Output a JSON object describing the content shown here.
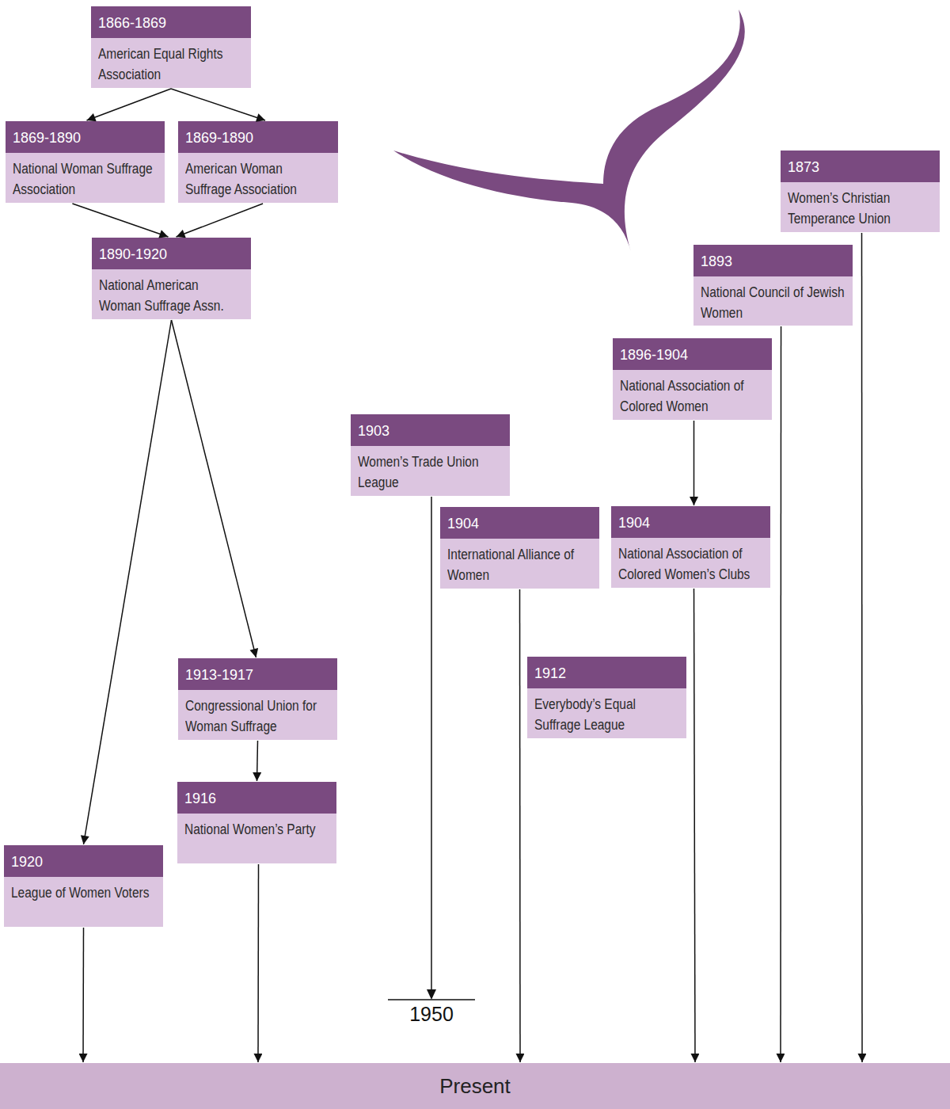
{
  "diagram": {
    "nodes": [
      {
        "text": [
          "1866-1869",
          "American Equal Rights Association"
        ]
      },
      {
        "text": [
          "1869-1890",
          "National Woman Suffrage Association"
        ]
      },
      {
        "text": [
          "1869-1890",
          "American Woman Suffrage Association"
        ]
      },
      {
        "text": [
          "1873",
          "Women’s Christian Temperance Union"
        ]
      },
      {
        "text": [
          "1890-1920",
          "National American Woman Suffrage Assn."
        ]
      },
      {
        "text": [
          "1893",
          "National Council of Jewish Women"
        ]
      },
      {
        "text": [
          "1896-1904",
          "National Association of Colored Women"
        ]
      },
      {
        "text": [
          "1903",
          "Women’s Trade Union League"
        ]
      },
      {
        "text": [
          "1904",
          "International Alliance of Women"
        ]
      },
      {
        "text": [
          "1904",
          "National Association of Colored Women’s Clubs"
        ]
      },
      {
        "text": [
          "1913-1917",
          "Congressional Union for Woman Suffrage"
        ]
      },
      {
        "text": [
          "1912",
          "Everybody’s Equal Suffrage League"
        ]
      },
      {
        "text": [
          "1916",
          "National Women’s Party"
        ]
      },
      {
        "text": [
          "1920",
          "League of Women Voters"
        ]
      },
      {
        "text": [
          "Present"
        ]
      }
    ],
    "edges": [
      {
        "from": 0,
        "to": 1,
        "arrow": "to"
      },
      {
        "from": 0,
        "to": 2,
        "arrow": "to"
      },
      {
        "from": 1,
        "to": 4,
        "arrow": "to"
      },
      {
        "from": 2,
        "to": 4,
        "arrow": "to"
      },
      {
        "from": 4,
        "to": 13,
        "arrow": "to"
      },
      {
        "from": 4,
        "to": 10,
        "arrow": "to"
      },
      {
        "from": 10,
        "to": 12,
        "arrow": "to"
      },
      {
        "from": 6,
        "to": 9,
        "arrow": "to"
      },
      {
        "from": 13,
        "to": 14,
        "arrow": "to"
      },
      {
        "from": 12,
        "to": 14,
        "arrow": "to"
      },
      {
        "from": 8,
        "to": 14,
        "arrow": "to"
      },
      {
        "from": 9,
        "to": 14,
        "arrow": "to"
      },
      {
        "from": 5,
        "to": 14,
        "arrow": "to"
      },
      {
        "from": 3,
        "to": 14,
        "arrow": "to"
      }
    ],
    "labels": [
      "1950"
    ]
  }
}
